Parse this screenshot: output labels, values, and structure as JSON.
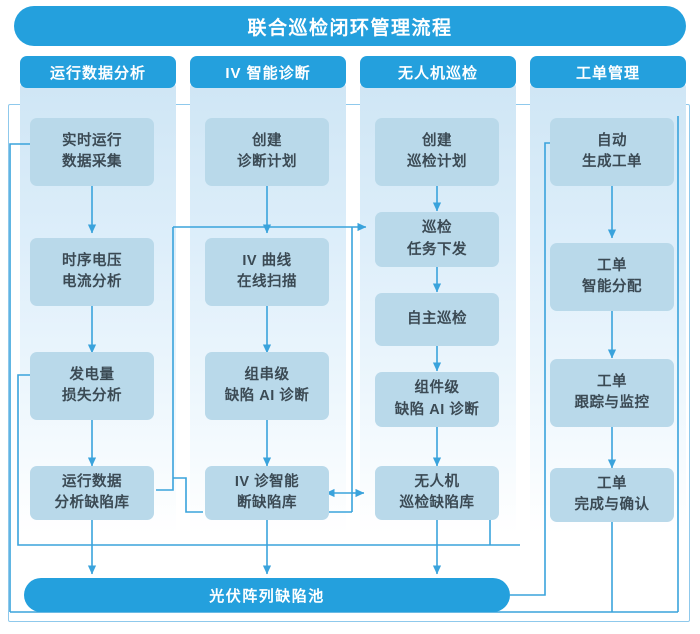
{
  "header": {
    "title": "联合巡检闭环管理流程",
    "accent_color": "#24a0dd",
    "node_color": "#b9d9ea",
    "wire_color": "#3aa3dc"
  },
  "columns": [
    {
      "id": "operation-data-analysis",
      "header": "运行数据分析",
      "nodes": [
        {
          "id": "realtime-collect",
          "lines": [
            "实时运行",
            "数据采集"
          ]
        },
        {
          "id": "voltage-current-analysis",
          "lines": [
            "时序电压",
            "电流分析"
          ]
        },
        {
          "id": "generation-loss-analysis",
          "lines": [
            "发电量",
            "损失分析"
          ]
        },
        {
          "id": "operation-defect-library",
          "lines": [
            "运行数据",
            "分析缺陷库"
          ]
        }
      ]
    },
    {
      "id": "iv-intelligent-diagnosis",
      "header": "IV 智能诊断",
      "nodes": [
        {
          "id": "create-diagnosis-plan",
          "lines": [
            "创建",
            "诊断计划"
          ]
        },
        {
          "id": "iv-curve-online-scan",
          "lines": [
            "IV 曲线",
            "在线扫描"
          ]
        },
        {
          "id": "string-level-ai-diagnosis",
          "lines": [
            "组串级",
            "缺陷 AI 诊断"
          ]
        },
        {
          "id": "iv-defect-library",
          "lines": [
            "IV 诊智能",
            "断缺陷库"
          ]
        }
      ]
    },
    {
      "id": "uav-inspection",
      "header": "无人机巡检",
      "nodes": [
        {
          "id": "create-inspection-plan",
          "lines": [
            "创建",
            "巡检计划"
          ]
        },
        {
          "id": "inspection-task-dispatch",
          "lines": [
            "巡检",
            "任务下发"
          ]
        },
        {
          "id": "autonomous-inspection",
          "lines": [
            "自主巡检"
          ]
        },
        {
          "id": "module-level-ai-diagnosis",
          "lines": [
            "组件级",
            "缺陷 AI 诊断"
          ]
        },
        {
          "id": "uav-defect-library",
          "lines": [
            "无人机",
            "巡检缺陷库"
          ]
        }
      ]
    },
    {
      "id": "work-order-management",
      "header": "工单管理",
      "nodes": [
        {
          "id": "auto-generate-work-order",
          "lines": [
            "自动",
            "生成工单"
          ]
        },
        {
          "id": "work-order-smart-assign",
          "lines": [
            "工单",
            "智能分配"
          ]
        },
        {
          "id": "work-order-tracking",
          "lines": [
            "工单",
            "跟踪与监控"
          ]
        },
        {
          "id": "work-order-complete-confirm",
          "lines": [
            "工单",
            "完成与确认"
          ]
        }
      ]
    }
  ],
  "pool": {
    "id": "pv-array-defect-pool",
    "label": "光伏阵列缺陷池"
  }
}
